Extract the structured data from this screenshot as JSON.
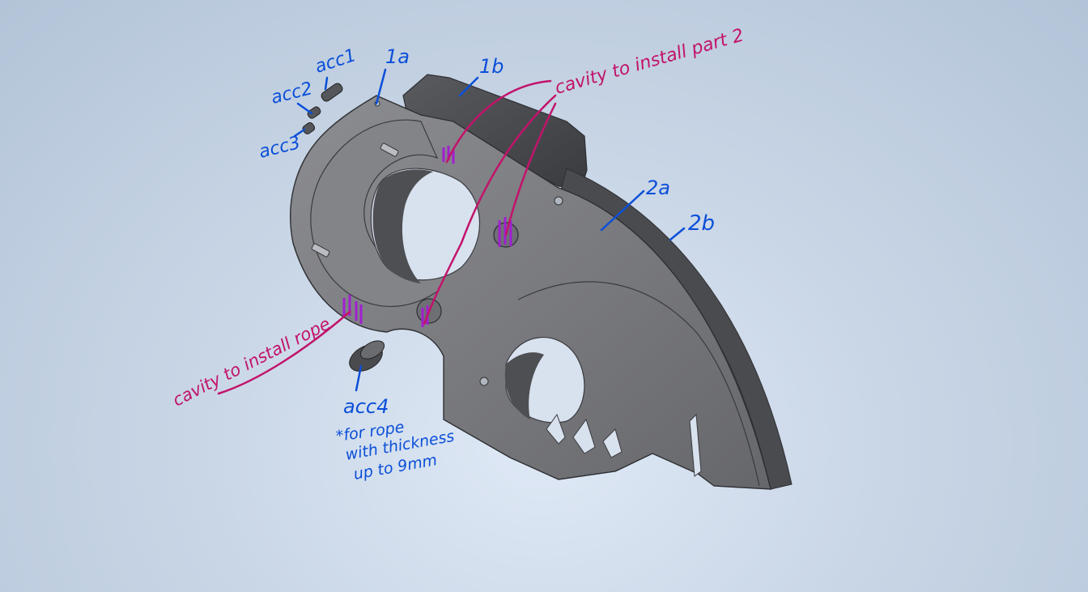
{
  "colors": {
    "background": "#c9d6e6",
    "annotation_blue": "#0b4fd8",
    "annotation_magenta": "#c2136b",
    "part_gray": "#7a7b7f",
    "part_dark": "#4a4b4f",
    "cavity_highlight": "#a020d0"
  },
  "labels": {
    "acc1": "acc1",
    "acc2": "acc2",
    "acc3": "acc3",
    "acc4": "acc4",
    "part_1a": "1a",
    "part_1b": "1b",
    "part_2a": "2a",
    "part_2b": "2b"
  },
  "notes": {
    "cavity_part2": "cavity to install part 2",
    "cavity_rope": "cavity to install rope",
    "acc4_note_line1": "*for rope",
    "acc4_note_line2": "with thickness",
    "acc4_note_line3": "up to 9mm"
  }
}
